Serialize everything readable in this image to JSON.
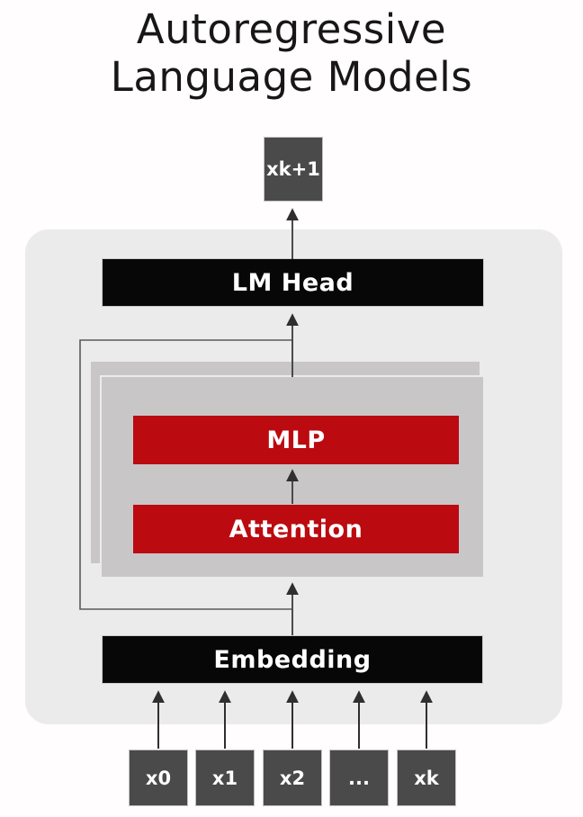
{
  "title": {
    "line1": "Autoregressive",
    "line2": "Language Models"
  },
  "diagram": {
    "output_token": "xk+1",
    "lm_head_label": "LM Head",
    "mlp_label": "MLP",
    "attention_label": "Attention",
    "embedding_label": "Embedding",
    "input_tokens": [
      "x0",
      "x1",
      "x2",
      "...",
      "xk"
    ]
  },
  "colors": {
    "page_background": "#fffdfe",
    "container_background": "#ebebeb",
    "layer_stack_gray": "#c8c6c7",
    "bar_black": "#070707",
    "bar_red": "#bb0a10",
    "token_gray": "#4a4a4a",
    "arrow_line": "#4a4a4a",
    "title_text": "#171717",
    "label_text": "#ffffff"
  }
}
